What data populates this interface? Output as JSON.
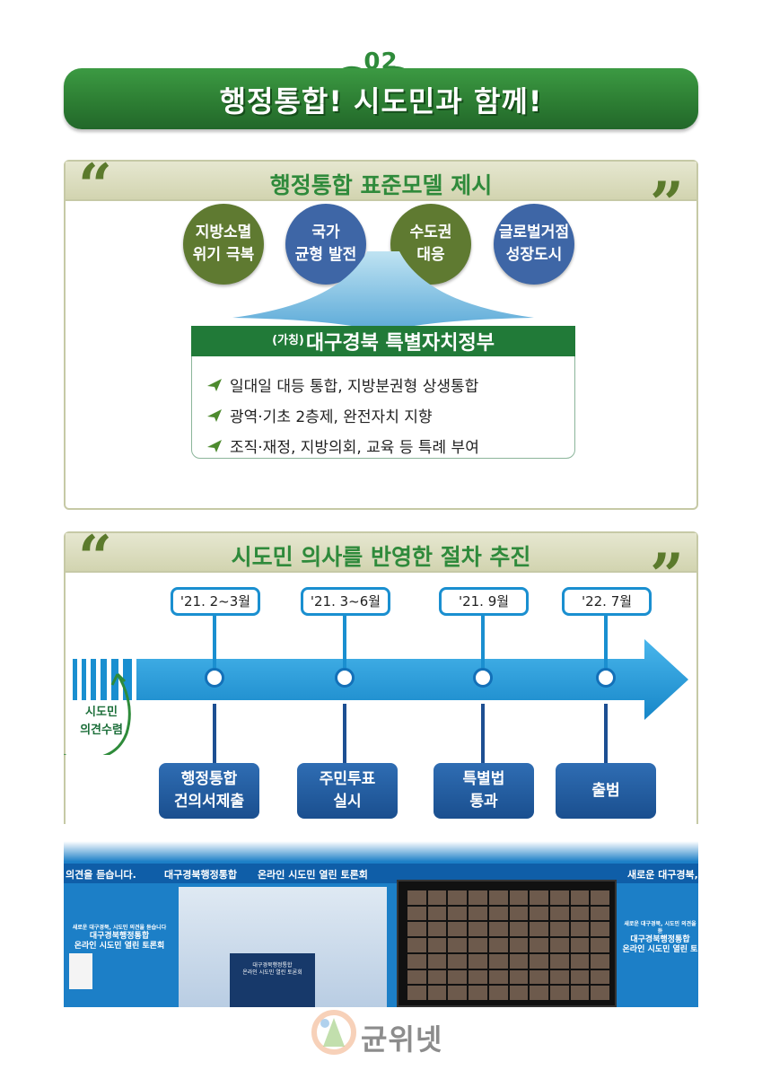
{
  "section": {
    "number": "02",
    "title": "행정통합! 시도민과 함께!"
  },
  "panel1": {
    "title": "행정통합 표준모델 제시",
    "circles": [
      {
        "line1": "지방소멸",
        "line2": "위기 극복",
        "color": "#5f7a31"
      },
      {
        "line1": "국가",
        "line2": "균형 발전",
        "color": "#3e66a6"
      },
      {
        "line1": "수도권",
        "line2": "대응",
        "color": "#5f7a31"
      },
      {
        "line1": "글로벌거점",
        "line2": "성장도시",
        "color": "#3e66a6"
      }
    ],
    "box_prefix": "(가칭)",
    "box_title": "대구경북 특별자치정부",
    "bullets": [
      "일대일 대등 통합, 지방분권형 상생통합",
      "광역·기초 2층제, 완전자치 지향",
      "조직·재정, 지방의회, 교육 등 특례 부여"
    ],
    "bullet_icon": "paper-plane-icon"
  },
  "panel2": {
    "title": "시도민 의사를 반영한 절차 추진",
    "bubble_line1": "시도민",
    "bubble_line2": "의견수렴",
    "steps": [
      {
        "date": "'21. 2~3월",
        "line1": "행정통합",
        "line2": "건의서제출"
      },
      {
        "date": "'21. 3~6월",
        "line1": "주민투표",
        "line2": "실시"
      },
      {
        "date": "'21. 9월",
        "line1": "특별법",
        "line2": "통과"
      },
      {
        "date": "'22. 7월",
        "line1": "출범",
        "line2": ""
      }
    ]
  },
  "photo": {
    "band_left": "의견을 듣습니다.",
    "band_mid1": "대구경북행정통합",
    "band_mid2": "온라인 시도민 열린 토론회",
    "band_right": "새로운 대구경북, 시",
    "sign_left_1": "새로운 대구경북, 시도민 의견을 듣습니다",
    "sign_left_2": "대구경북행정통합",
    "sign_left_3": "온라인 시도민 열린 토론회",
    "podium_1": "대구경북행정통합",
    "podium_2": "온라인 시도민 열린 토론회",
    "sign_right_1": "새로운 대구경북, 시도민 의견을 듣",
    "sign_right_2": "대구경북행정통합",
    "sign_right_3": "온라인 시도민 열린 토"
  },
  "watermark": {
    "text": "균위넷"
  },
  "colors": {
    "green": "#2e8b3a",
    "olive": "#5f7a31",
    "blue": "#3e66a6",
    "timeline": "#1a8fd0",
    "step": "#1d4f92"
  }
}
